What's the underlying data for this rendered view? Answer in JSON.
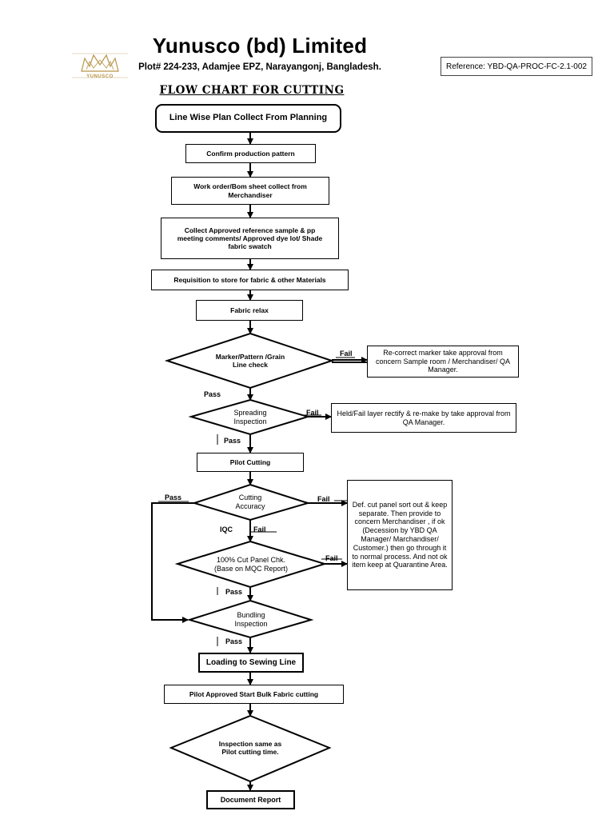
{
  "header": {
    "company_name": "Yunusco (bd) Limited",
    "address": "Plot# 224-233, Adamjee EPZ, Narayangonj, Bangladesh.",
    "reference": "Reference: YBD-QA-PROC-FC-2.1-002",
    "logo_text": "YUNUSCO",
    "title": "FLOW CHART FOR CUTTING"
  },
  "steps": {
    "line_wise_plan": "Line Wise Plan Collect From Planning",
    "confirm_pattern": "Confirm production pattern",
    "work_order": "Work order/Bom sheet collect from Merchandiser",
    "collect_approved": "Collect Approved reference sample & pp meeting comments/ Approved dye lot/ Shade fabric swatch",
    "requisition": "Requisition to store for fabric & other Materials",
    "fabric_relax": "Fabric relax",
    "marker_check": "Marker/Pattern /Grain Line check",
    "spreading_inspection": "Spreading Inspection",
    "pilot_cutting": "Pilot Cutting",
    "cutting_accuracy": "Cutting Accuracy",
    "cut_panel_check": "100% Cut Panel Chk. (Base on MQC Report)",
    "bundling_inspection": "Bundling Inspection",
    "loading_sewing": "Loading to Sewing Line",
    "pilot_approved": "Pilot Approved Start Bulk Fabric cutting",
    "inspection_same": "Inspection same as Pilot cutting time.",
    "document_report": "Document Report"
  },
  "notes": {
    "recorrect_marker": "Re-correct marker take approval from concern Sample room / Merchandiser/ QA Manager.",
    "held_fail": "Held/Fail layer rectify & re-make by take approval from QA Manager.",
    "def_cut_panel": "Def. cut panel sort out & keep separate. Then provide to concern Merchandiser , if ok (Decession by YBD QA Manager/ Marchandiser/ Customer.) then go through it to normal process. And not ok item keep at Quarantine  Area."
  },
  "labels": {
    "fail_marker": "Fail",
    "pass_marker": "Pass",
    "fail_spreading": "Fail",
    "pass_spreading": "Pass",
    "pass_cutting_loop": "Pass",
    "fail_cutting": "Fail",
    "iqc": "IQC",
    "fail_to_panel": "Fail",
    "fail_panel": "Fail",
    "pass_panel": "Pass",
    "pass_bundling": "Pass"
  },
  "colors": {
    "logo_gold": "#b8954a",
    "line": "#000000"
  }
}
